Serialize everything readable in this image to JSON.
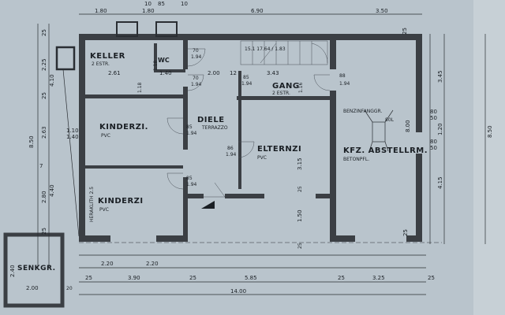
{
  "rooms": {
    "keller": {
      "name": "KELLER",
      "sub": "2 ESTR.",
      "dim": "2.61"
    },
    "wc": {
      "name": "WC"
    },
    "kinderzi_1": {
      "name": "KINDERZI.",
      "sub": "PVC"
    },
    "kinderzi_2": {
      "name": "KINDERZI",
      "sub": "PVC"
    },
    "diele": {
      "name": "DIELE",
      "sub": "TERRAZZO"
    },
    "gang": {
      "name": "GANG",
      "sub": "2 ESTR."
    },
    "elternzi": {
      "name": "ELTERNZI",
      "sub": "PVC"
    },
    "garage": {
      "name": "KFZ. ABSTELLRM.",
      "sub": "BETONPFL."
    },
    "benzin": {
      "name": "BENZINFANGGR.",
      "sub": "80L"
    },
    "senkgr": {
      "name": "SENKGR.",
      "dim": "2.00",
      "dim_v": "2.40"
    }
  },
  "wall_note": "HERAKLITH 2.5",
  "dims": {
    "top": [
      "1.80",
      "1.80",
      "6.90",
      "3.50",
      "10",
      "85",
      "10"
    ],
    "bottom_row1": [
      "2.20",
      "2.20"
    ],
    "bottom_row2": [
      "25",
      "3.90",
      "25",
      "5.85",
      "25",
      "3.25",
      "25"
    ],
    "bottom_total": "14.00",
    "right": [
      "25",
      "3.45",
      "80",
      "50",
      "1.20",
      "80",
      "50",
      "4.15",
      "25"
    ],
    "right_total": "8.50",
    "left": [
      "25",
      "2.25",
      "25",
      "2.63",
      "7",
      "2.80",
      "25"
    ],
    "left_total": "8.50",
    "left_inner": [
      "4.10",
      "4.40",
      "1.10",
      "1.40"
    ],
    "doors": [
      "70",
      "1.94",
      "70",
      "1.94",
      "85",
      "1.94",
      "85",
      "1.94",
      "86",
      "1.94",
      "85",
      "1.94",
      "88",
      "1.94"
    ],
    "interior": [
      "1.40",
      "2.00",
      "12",
      "3.43",
      "1.16",
      "1.18",
      "1.18",
      "3.15",
      "25",
      "1.50",
      "8.00",
      "25",
      "20"
    ],
    "stair": "15.1 17.64 / 1.83"
  },
  "colors": {
    "paper": "#b9c4cc",
    "ink": "#1a1f24",
    "wall": "#3b3f44"
  }
}
